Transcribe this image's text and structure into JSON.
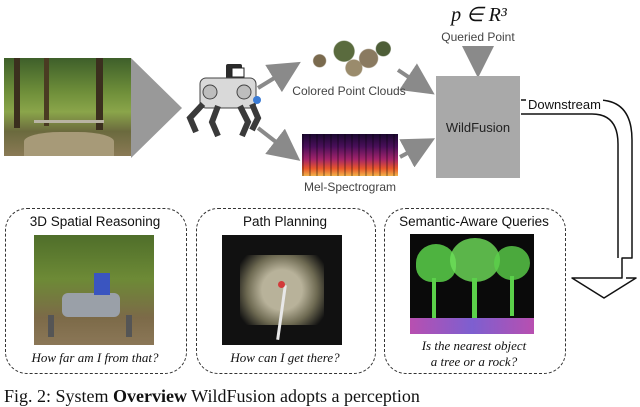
{
  "query": {
    "math": "p ∈ R³",
    "label": "Queried Point"
  },
  "inputs": {
    "point_clouds_label": "Colored Point Clouds",
    "mel_label": "Mel-Spectrogram"
  },
  "center": {
    "label": "WildFusion"
  },
  "downstream": {
    "label": "Downstream"
  },
  "panels": [
    {
      "title": "3D Spatial Reasoning",
      "question": "How far am I from that?"
    },
    {
      "title": "Path Planning",
      "question": "How can I get there?"
    },
    {
      "title": "Semantic-Aware Queries",
      "question_line1": "Is the nearest object",
      "question_line2": "a tree or a rock?"
    }
  ],
  "caption": {
    "prefix": "Fig. 2:  System ",
    "bold": "Overview",
    "suffix": " WildFusion adopts a perception"
  },
  "colors": {
    "fusion_box": "#a9a9a9",
    "arrow": "#8a8a8a",
    "funnel": "#999999",
    "spectrogram_hot": "#e8562a",
    "pointcloud_green": "#5bd14a"
  }
}
